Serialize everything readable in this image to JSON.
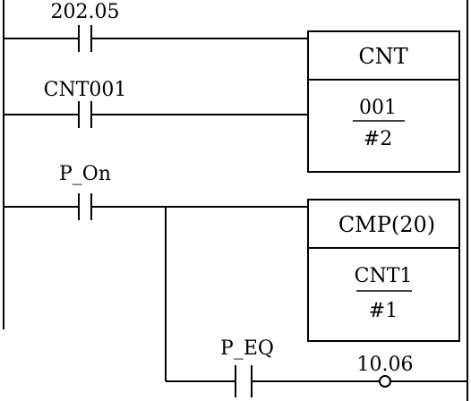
{
  "contacts": {
    "c1": "202.05",
    "c2": "CNT001",
    "c3": "P_On",
    "c4": "P_EQ"
  },
  "counter_block": {
    "title": "CNT",
    "operand1": "001",
    "operand2": "#2"
  },
  "compare_block": {
    "title": "CMP(20)",
    "operand1": "CNT1",
    "operand2": "#1"
  },
  "output_coil": "10.06",
  "colors": {
    "line": "#000000",
    "background": "#ffffff"
  }
}
